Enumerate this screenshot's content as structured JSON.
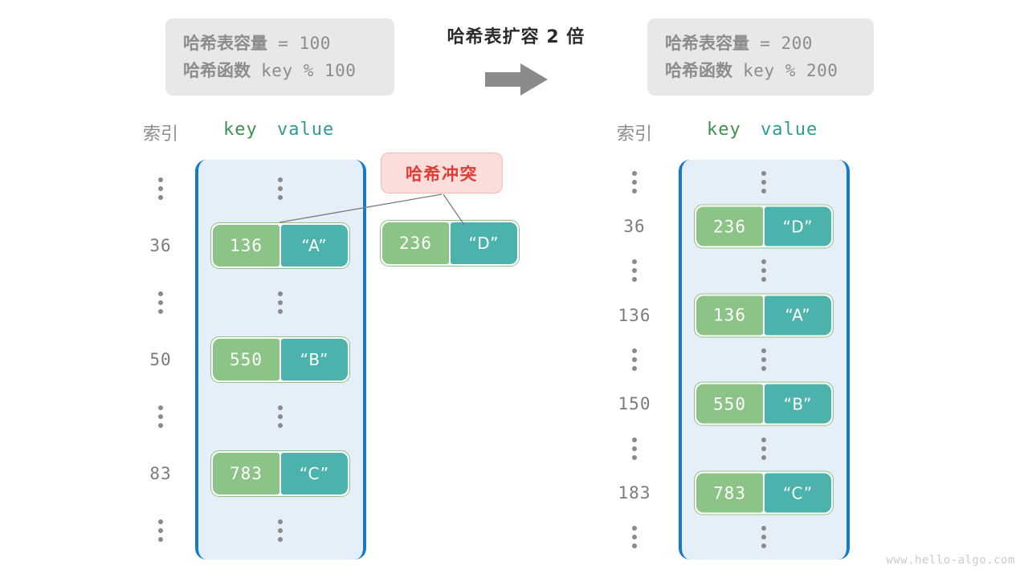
{
  "before": {
    "capacity_line": "哈希表容量 = 100",
    "hash_line": "哈希函数 key % 100",
    "capacity_label": "哈希表容量",
    "capacity_value": "= 100",
    "hash_label": "哈希函数",
    "hash_value": "key % 100"
  },
  "after": {
    "capacity_label": "哈希表容量",
    "capacity_value": "= 200",
    "hash_label": "哈希函数",
    "hash_value": "key % 200"
  },
  "transition": {
    "title": "哈希表扩容 2 倍",
    "arrow_icon": "right-arrow-icon"
  },
  "headers": {
    "index": "索引",
    "key": "key",
    "value": "value"
  },
  "collision": {
    "label": "哈希冲突",
    "color": "#e23b33",
    "background": "#fbdedc"
  },
  "colors": {
    "table_fill": "#e4eff9",
    "table_border": "#1579cd",
    "key_cell": "#8bc486",
    "value_cell": "#4bb3ab",
    "card_border": "#8fc17e",
    "index_text": "#7b7b7b",
    "info_box": "#e8e8e8"
  },
  "ellipsis": "⋮",
  "left_table": {
    "rows": [
      {
        "index": "⋮",
        "kind": "gap"
      },
      {
        "index": "36",
        "kind": "entry",
        "key": "136",
        "value": "“A”"
      },
      {
        "index": "⋮",
        "kind": "gap"
      },
      {
        "index": "50",
        "kind": "entry",
        "key": "550",
        "value": "“B”"
      },
      {
        "index": "⋮",
        "kind": "gap"
      },
      {
        "index": "83",
        "kind": "entry",
        "key": "783",
        "value": "“C”"
      },
      {
        "index": "⋮",
        "kind": "gap"
      }
    ]
  },
  "pending_entry": {
    "key": "236",
    "value": "“D”"
  },
  "right_table": {
    "rows": [
      {
        "index": "⋮",
        "kind": "gap"
      },
      {
        "index": "36",
        "kind": "entry",
        "key": "236",
        "value": "“D”"
      },
      {
        "index": "⋮",
        "kind": "gap"
      },
      {
        "index": "136",
        "kind": "entry",
        "key": "136",
        "value": "“A”"
      },
      {
        "index": "⋮",
        "kind": "gap"
      },
      {
        "index": "150",
        "kind": "entry",
        "key": "550",
        "value": "“B”"
      },
      {
        "index": "⋮",
        "kind": "gap"
      },
      {
        "index": "183",
        "kind": "entry",
        "key": "783",
        "value": "“C”"
      },
      {
        "index": "⋮",
        "kind": "gap"
      }
    ]
  },
  "watermark": "www.hello-algo.com"
}
